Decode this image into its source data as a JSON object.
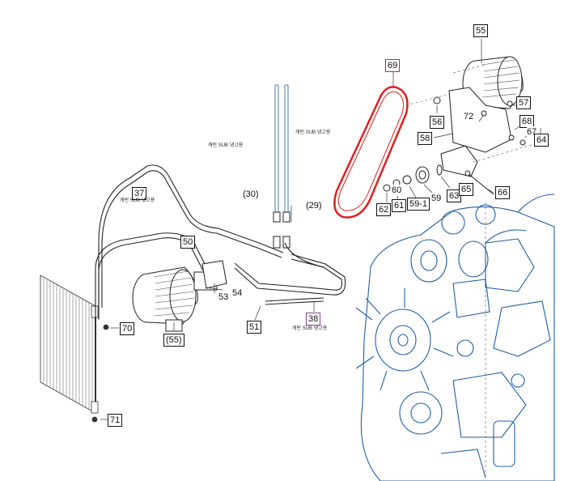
{
  "parts": {
    "p55": "55",
    "p69": "69",
    "p56": "56",
    "p72": "72",
    "p57": "57",
    "p58": "58",
    "p68": "68",
    "p67": "67",
    "p64": "64",
    "p60": "60",
    "p61": "61",
    "p62": "62",
    "p59_1": "59-1",
    "p59": "59",
    "p63": "63",
    "p65": "65",
    "p66": "66",
    "p30": "(30)",
    "p29": "(29)",
    "p37": "37",
    "p50": "50",
    "p53": "53",
    "p54": "54",
    "p70": "70",
    "p55b": "(55)",
    "p51": "51",
    "p38": "38",
    "p71": "71"
  },
  "notes": {
    "hose_a": "캐빈 SUB 냉고용",
    "hose_b": "캐빈 SUB 냉고용",
    "hose_c": "캐빈 SUB 냉고용",
    "hose_d": "캐빈 SUB 냉고용"
  },
  "colors": {
    "line": "#1a1a1a",
    "belt": "#e02020",
    "pipe_blue": "#5a86b8",
    "engine": "#1f5ea8",
    "callout_purple": "#8a3fa0"
  }
}
